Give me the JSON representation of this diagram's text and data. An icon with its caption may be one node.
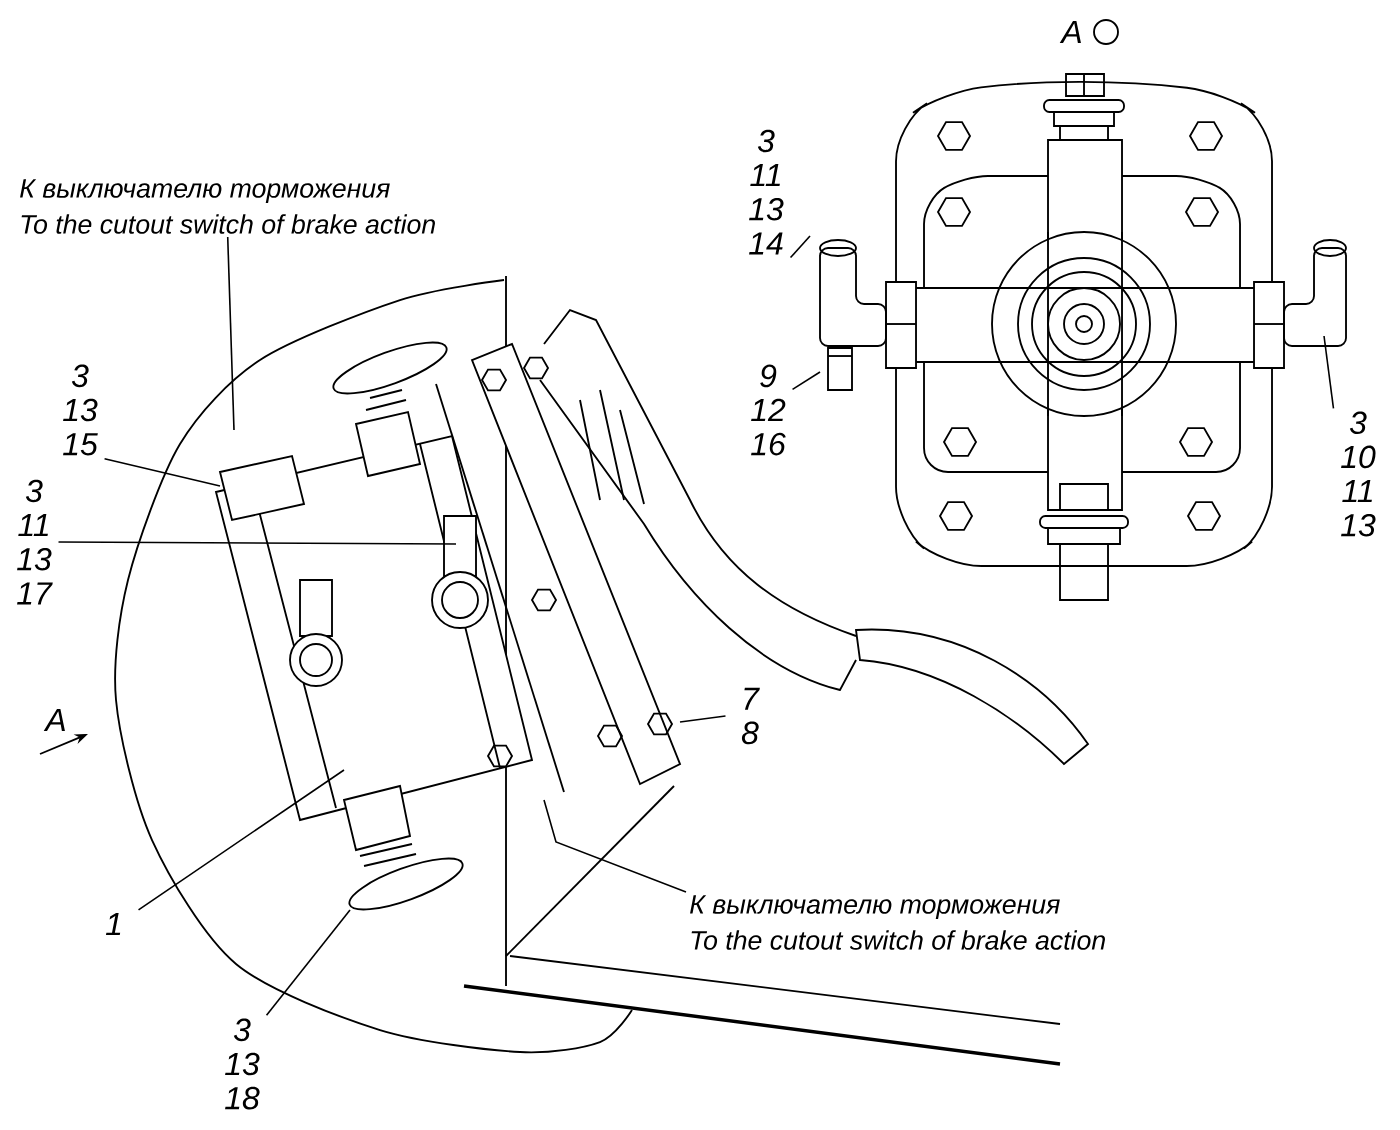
{
  "diagram": {
    "nodes": [
      {
        "text": [
          "К выключателю торможения",
          "To the cutout switch of brake action"
        ]
      },
      {
        "text": [
          "3 13 15"
        ]
      },
      {
        "text": [
          "3 11 13 17"
        ]
      },
      {
        "text": [
          "3 11 13 14"
        ]
      },
      {
        "text": [
          "9 12 16"
        ]
      },
      {
        "text": [
          "3 10 11 13"
        ]
      },
      {
        "text": [
          "7 8"
        ]
      },
      {
        "text": [
          "1"
        ]
      },
      {
        "text": [
          "3 13 18"
        ]
      },
      {
        "text": [
          "К выключателю торможения",
          "To the cutout switch of brake action"
        ]
      }
    ],
    "edges": [
      {
        "from": 0,
        "to": null,
        "arrow": "none"
      },
      {
        "from": 1,
        "to": null,
        "arrow": "none"
      },
      {
        "from": 2,
        "to": null,
        "arrow": "none"
      },
      {
        "from": 3,
        "to": null,
        "arrow": "none"
      },
      {
        "from": 4,
        "to": null,
        "arrow": "none"
      },
      {
        "from": 5,
        "to": null,
        "arrow": "none"
      },
      {
        "from": 6,
        "to": null,
        "arrow": "none"
      },
      {
        "from": 7,
        "to": null,
        "arrow": "none"
      },
      {
        "from": 8,
        "to": null,
        "arrow": "none"
      },
      {
        "from": 9,
        "to": null,
        "arrow": "none"
      }
    ],
    "labels": [
      "A",
      "A"
    ]
  }
}
